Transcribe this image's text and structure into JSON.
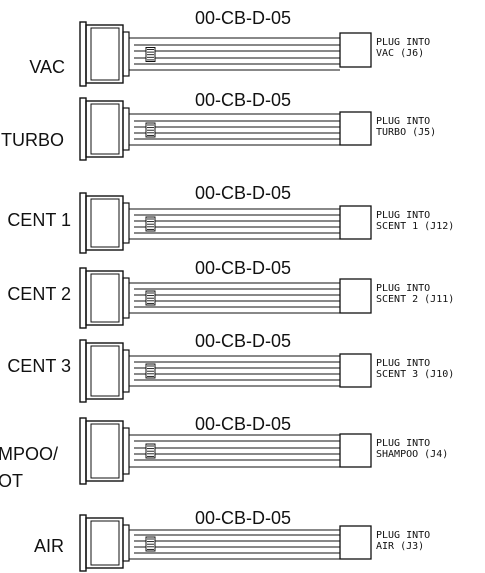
{
  "cables": [
    {
      "part": "00-CB-D-05",
      "device": [
        "VAC"
      ],
      "plug": [
        "PLUG INTO",
        "VAC (J6)"
      ]
    },
    {
      "part": "00-CB-D-05",
      "device": [
        "TURBO"
      ],
      "plug": [
        "PLUG INTO",
        "TURBO (J5)"
      ]
    },
    {
      "part": "00-CB-D-05",
      "device": [
        "CENT 1"
      ],
      "plug": [
        "PLUG INTO",
        "SCENT 1 (J12)"
      ]
    },
    {
      "part": "00-CB-D-05",
      "device": [
        "CENT 2"
      ],
      "plug": [
        "PLUG INTO",
        "SCENT 2 (J11)"
      ]
    },
    {
      "part": "00-CB-D-05",
      "device": [
        "CENT 3"
      ],
      "plug": [
        "PLUG INTO",
        "SCENT 3 (J10)"
      ]
    },
    {
      "part": "00-CB-D-05",
      "device": [
        "MPOO/",
        "OT"
      ],
      "plug": [
        "PLUG INTO",
        "SHAMPOO (J4)"
      ]
    },
    {
      "part": "00-CB-D-05",
      "device": [
        "AIR"
      ],
      "plug": [
        "PLUG INTO",
        "AIR (J3)"
      ]
    }
  ]
}
